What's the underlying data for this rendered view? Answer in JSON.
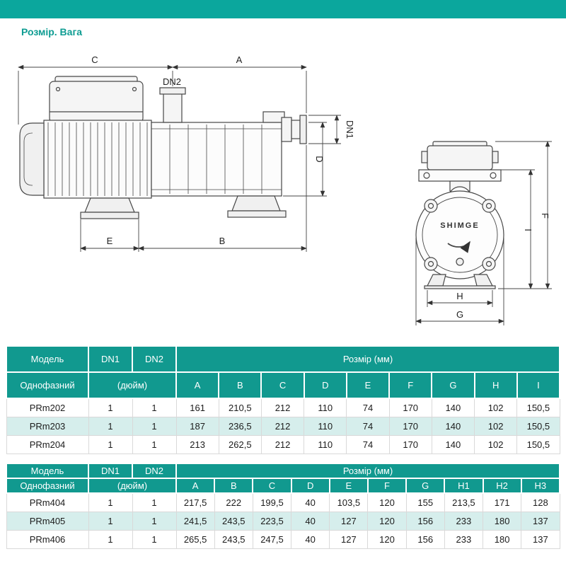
{
  "page": {
    "title": "Розмір. Вага"
  },
  "colors": {
    "accent_bar": "#0ba79d",
    "table_header": "#11998f",
    "row_alt": "#d6eeec"
  },
  "drawing": {
    "brand": "SHIMGE",
    "dim_labels": {
      "A": "A",
      "B": "B",
      "C": "C",
      "D": "D",
      "E": "E",
      "F": "F",
      "G": "G",
      "H": "H",
      "I": "I",
      "DN1": "DN1",
      "DN2": "DN2"
    }
  },
  "table1": {
    "header": {
      "model": "Модель",
      "dn1": "DN1",
      "dn2": "DN2",
      "size": "Розмір (мм)"
    },
    "subheader": {
      "model": "Однофазний",
      "inch": "(дюйм)"
    },
    "columns": [
      "A",
      "B",
      "C",
      "D",
      "E",
      "F",
      "G",
      "H",
      "I"
    ],
    "rows": [
      {
        "model": "PRm202",
        "dn1": "1",
        "dn2": "1",
        "values": [
          "161",
          "210,5",
          "212",
          "110",
          "74",
          "170",
          "140",
          "102",
          "150,5"
        ]
      },
      {
        "model": "PRm203",
        "dn1": "1",
        "dn2": "1",
        "values": [
          "187",
          "236,5",
          "212",
          "110",
          "74",
          "170",
          "140",
          "102",
          "150,5"
        ]
      },
      {
        "model": "PRm204",
        "dn1": "1",
        "dn2": "1",
        "values": [
          "213",
          "262,5",
          "212",
          "110",
          "74",
          "170",
          "140",
          "102",
          "150,5"
        ]
      }
    ]
  },
  "table2": {
    "header": {
      "model": "Модель",
      "dn1": "DN1",
      "dn2": "DN2",
      "size": "Розмір (мм)"
    },
    "subheader": {
      "model": "Однофазний",
      "inch": "(дюйм)"
    },
    "columns": [
      "A",
      "B",
      "C",
      "D",
      "E",
      "F",
      "G",
      "H1",
      "H2",
      "H3"
    ],
    "rows": [
      {
        "model": "PRm404",
        "dn1": "1",
        "dn2": "1",
        "values": [
          "217,5",
          "222",
          "199,5",
          "40",
          "103,5",
          "120",
          "155",
          "213,5",
          "171",
          "128"
        ]
      },
      {
        "model": "PRm405",
        "dn1": "1",
        "dn2": "1",
        "values": [
          "241,5",
          "243,5",
          "223,5",
          "40",
          "127",
          "120",
          "156",
          "233",
          "180",
          "137"
        ]
      },
      {
        "model": "PRm406",
        "dn1": "1",
        "dn2": "1",
        "values": [
          "265,5",
          "243,5",
          "247,5",
          "40",
          "127",
          "120",
          "156",
          "233",
          "180",
          "137"
        ]
      }
    ]
  }
}
